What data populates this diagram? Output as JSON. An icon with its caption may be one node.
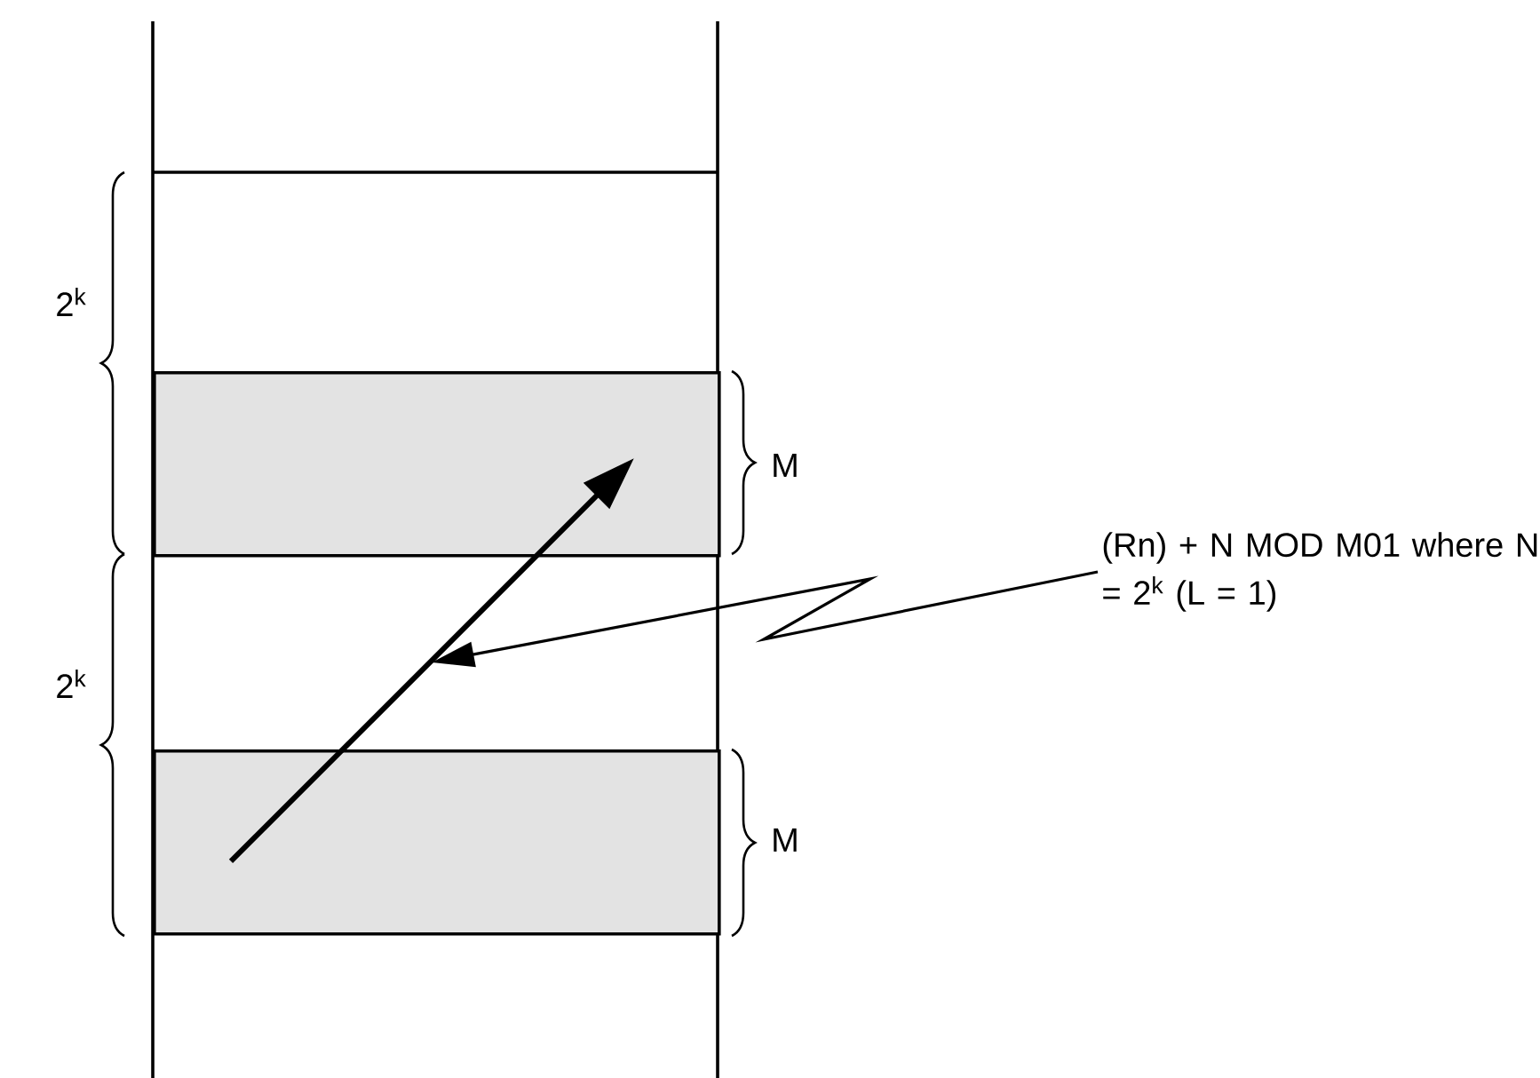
{
  "diagram": {
    "nodes": [
      {
        "text": [],
        "shape": "box"
      },
      {
        "text": [],
        "shape": "box"
      },
      {
        "text": [
          "(Rn) + N MOD M01 where N = 2$^{k}$ (L = 1)"
        ]
      }
    ],
    "edges": [
      {
        "from": 1,
        "to": 0,
        "arrow": "to"
      },
      {
        "from": 2,
        "to": null,
        "arrow": "to"
      }
    ],
    "labels": [
      "2$^{k}$",
      "M",
      "2$^{k}$",
      "M"
    ]
  }
}
